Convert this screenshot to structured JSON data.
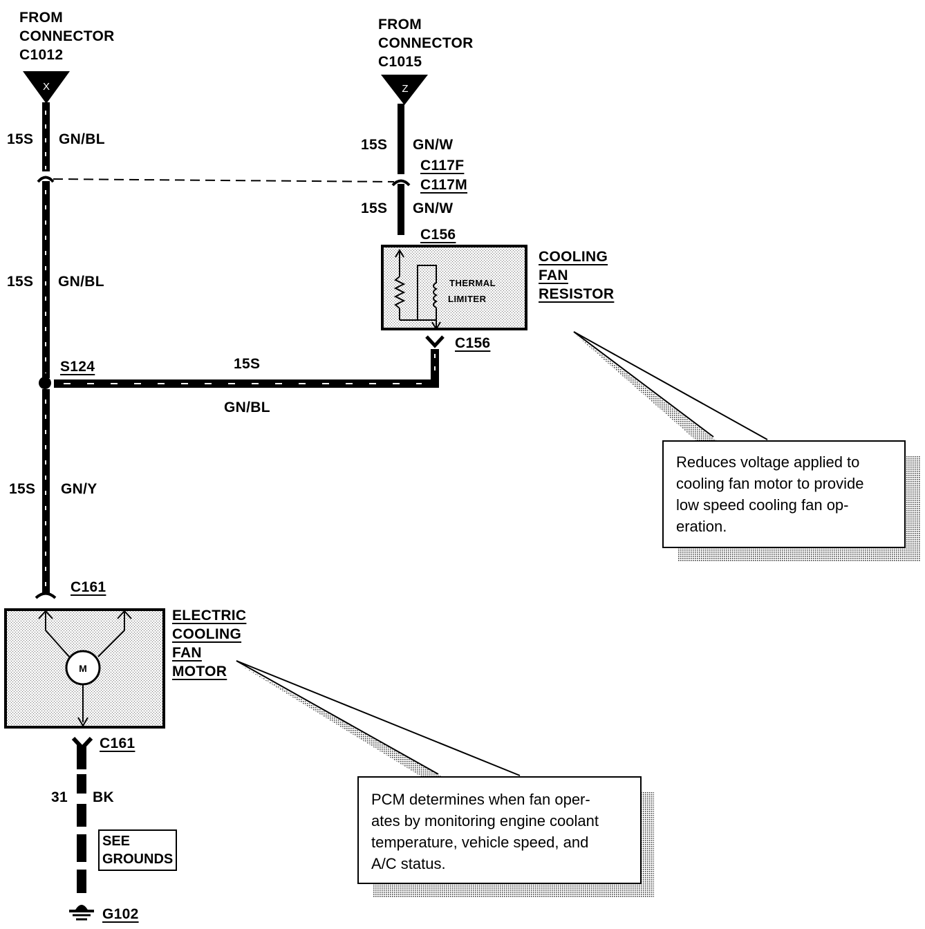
{
  "top_left": {
    "from": "FROM",
    "connector": "CONNECTOR",
    "id": "C1012",
    "pin": "X"
  },
  "top_mid": {
    "from": "FROM",
    "connector": "CONNECTOR",
    "id": "C1015",
    "pin": "Z"
  },
  "wires": {
    "left_top_gauge": "15S",
    "left_top_color": "GN/BL",
    "left_mid_gauge": "15S",
    "left_mid_color": "GN/BL",
    "left_low_gauge": "15S",
    "left_low_color": "GN/Y",
    "mid_top_gauge": "15S",
    "mid_top_color": "GN/W",
    "mid_low_gauge": "15S",
    "mid_low_color": "GN/W",
    "horiz_gauge": "15S",
    "horiz_color": "GN/BL",
    "ground_gauge": "31",
    "ground_color": "BK"
  },
  "connectors": {
    "c117f": "C117F",
    "c117m": "C117M",
    "c156_top": "C156",
    "c156_bot": "C156",
    "s124": "S124",
    "c161_top": "C161",
    "c161_bot": "C161",
    "g102": "G102"
  },
  "resistor": {
    "name_lines": [
      "COOLING",
      "FAN",
      "RESISTOR"
    ],
    "inner_lines": [
      "THERMAL",
      "LIMITER"
    ]
  },
  "motor": {
    "name_lines": [
      "ELECTRIC",
      "COOLING",
      "FAN",
      "MOTOR"
    ],
    "symbol": "M"
  },
  "see_grounds": [
    "SEE",
    "GROUNDS"
  ],
  "notes": {
    "resistor_note": [
      "Reduces voltage applied to",
      "cooling fan motor to provide",
      "low speed cooling fan op-",
      "eration."
    ],
    "motor_note": [
      "PCM determines when fan oper-",
      "ates by monitoring engine coolant",
      "temperature, vehicle speed, and",
      "A/C status."
    ]
  }
}
